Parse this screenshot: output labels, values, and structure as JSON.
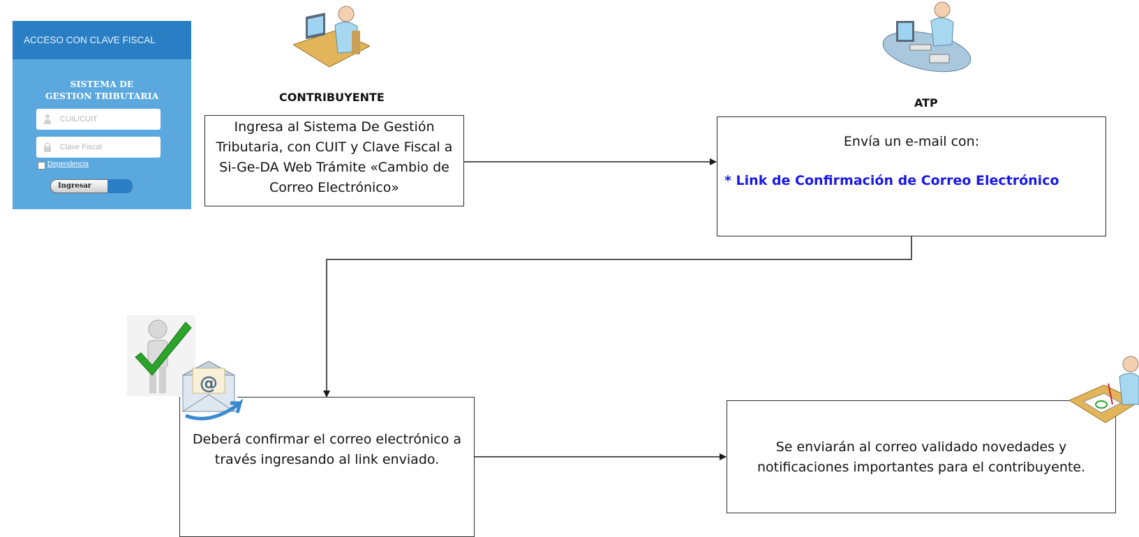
{
  "login": {
    "header": "ACCESO CON CLAVE FISCAL",
    "title_line1": "SISTEMA DE",
    "title_line2": "GESTION TRIBUTARIA",
    "cuit_placeholder": "CUIL/CUIT",
    "clave_placeholder": "Clave Fiscal",
    "dependencia_label": "Dependencia",
    "submit_label": "Ingresar"
  },
  "actors": {
    "contribuyente": "CONTRIBUYENTE",
    "atp": "ATP"
  },
  "steps": {
    "step1": "Ingresa al Sistema De Gestión Tributaria, con CUIT y Clave Fiscal a Si-Ge-DA Web Trámite «Cambio de Correo Electrónico»",
    "step2_intro": "Envía un e-mail con:",
    "step2_link": "* Link  de Confirmación de Correo Electrónico",
    "step3": "Deberá confirmar el correo electrónico a través ingresando al link enviado.",
    "step4": "Se enviarán al correo validado novedades y notificaciones importantes para el contribuyente."
  },
  "colors": {
    "login_header": "#2a7fc4",
    "login_panel": "#5aa8de",
    "link_text": "#1818e6",
    "connector": "#1a1a1a",
    "check": "#2aa52a"
  },
  "icons": [
    "person-at-computer-icon",
    "person-at-workstation-icon",
    "person-check-icon",
    "email-at-icon",
    "person-writing-icon"
  ]
}
